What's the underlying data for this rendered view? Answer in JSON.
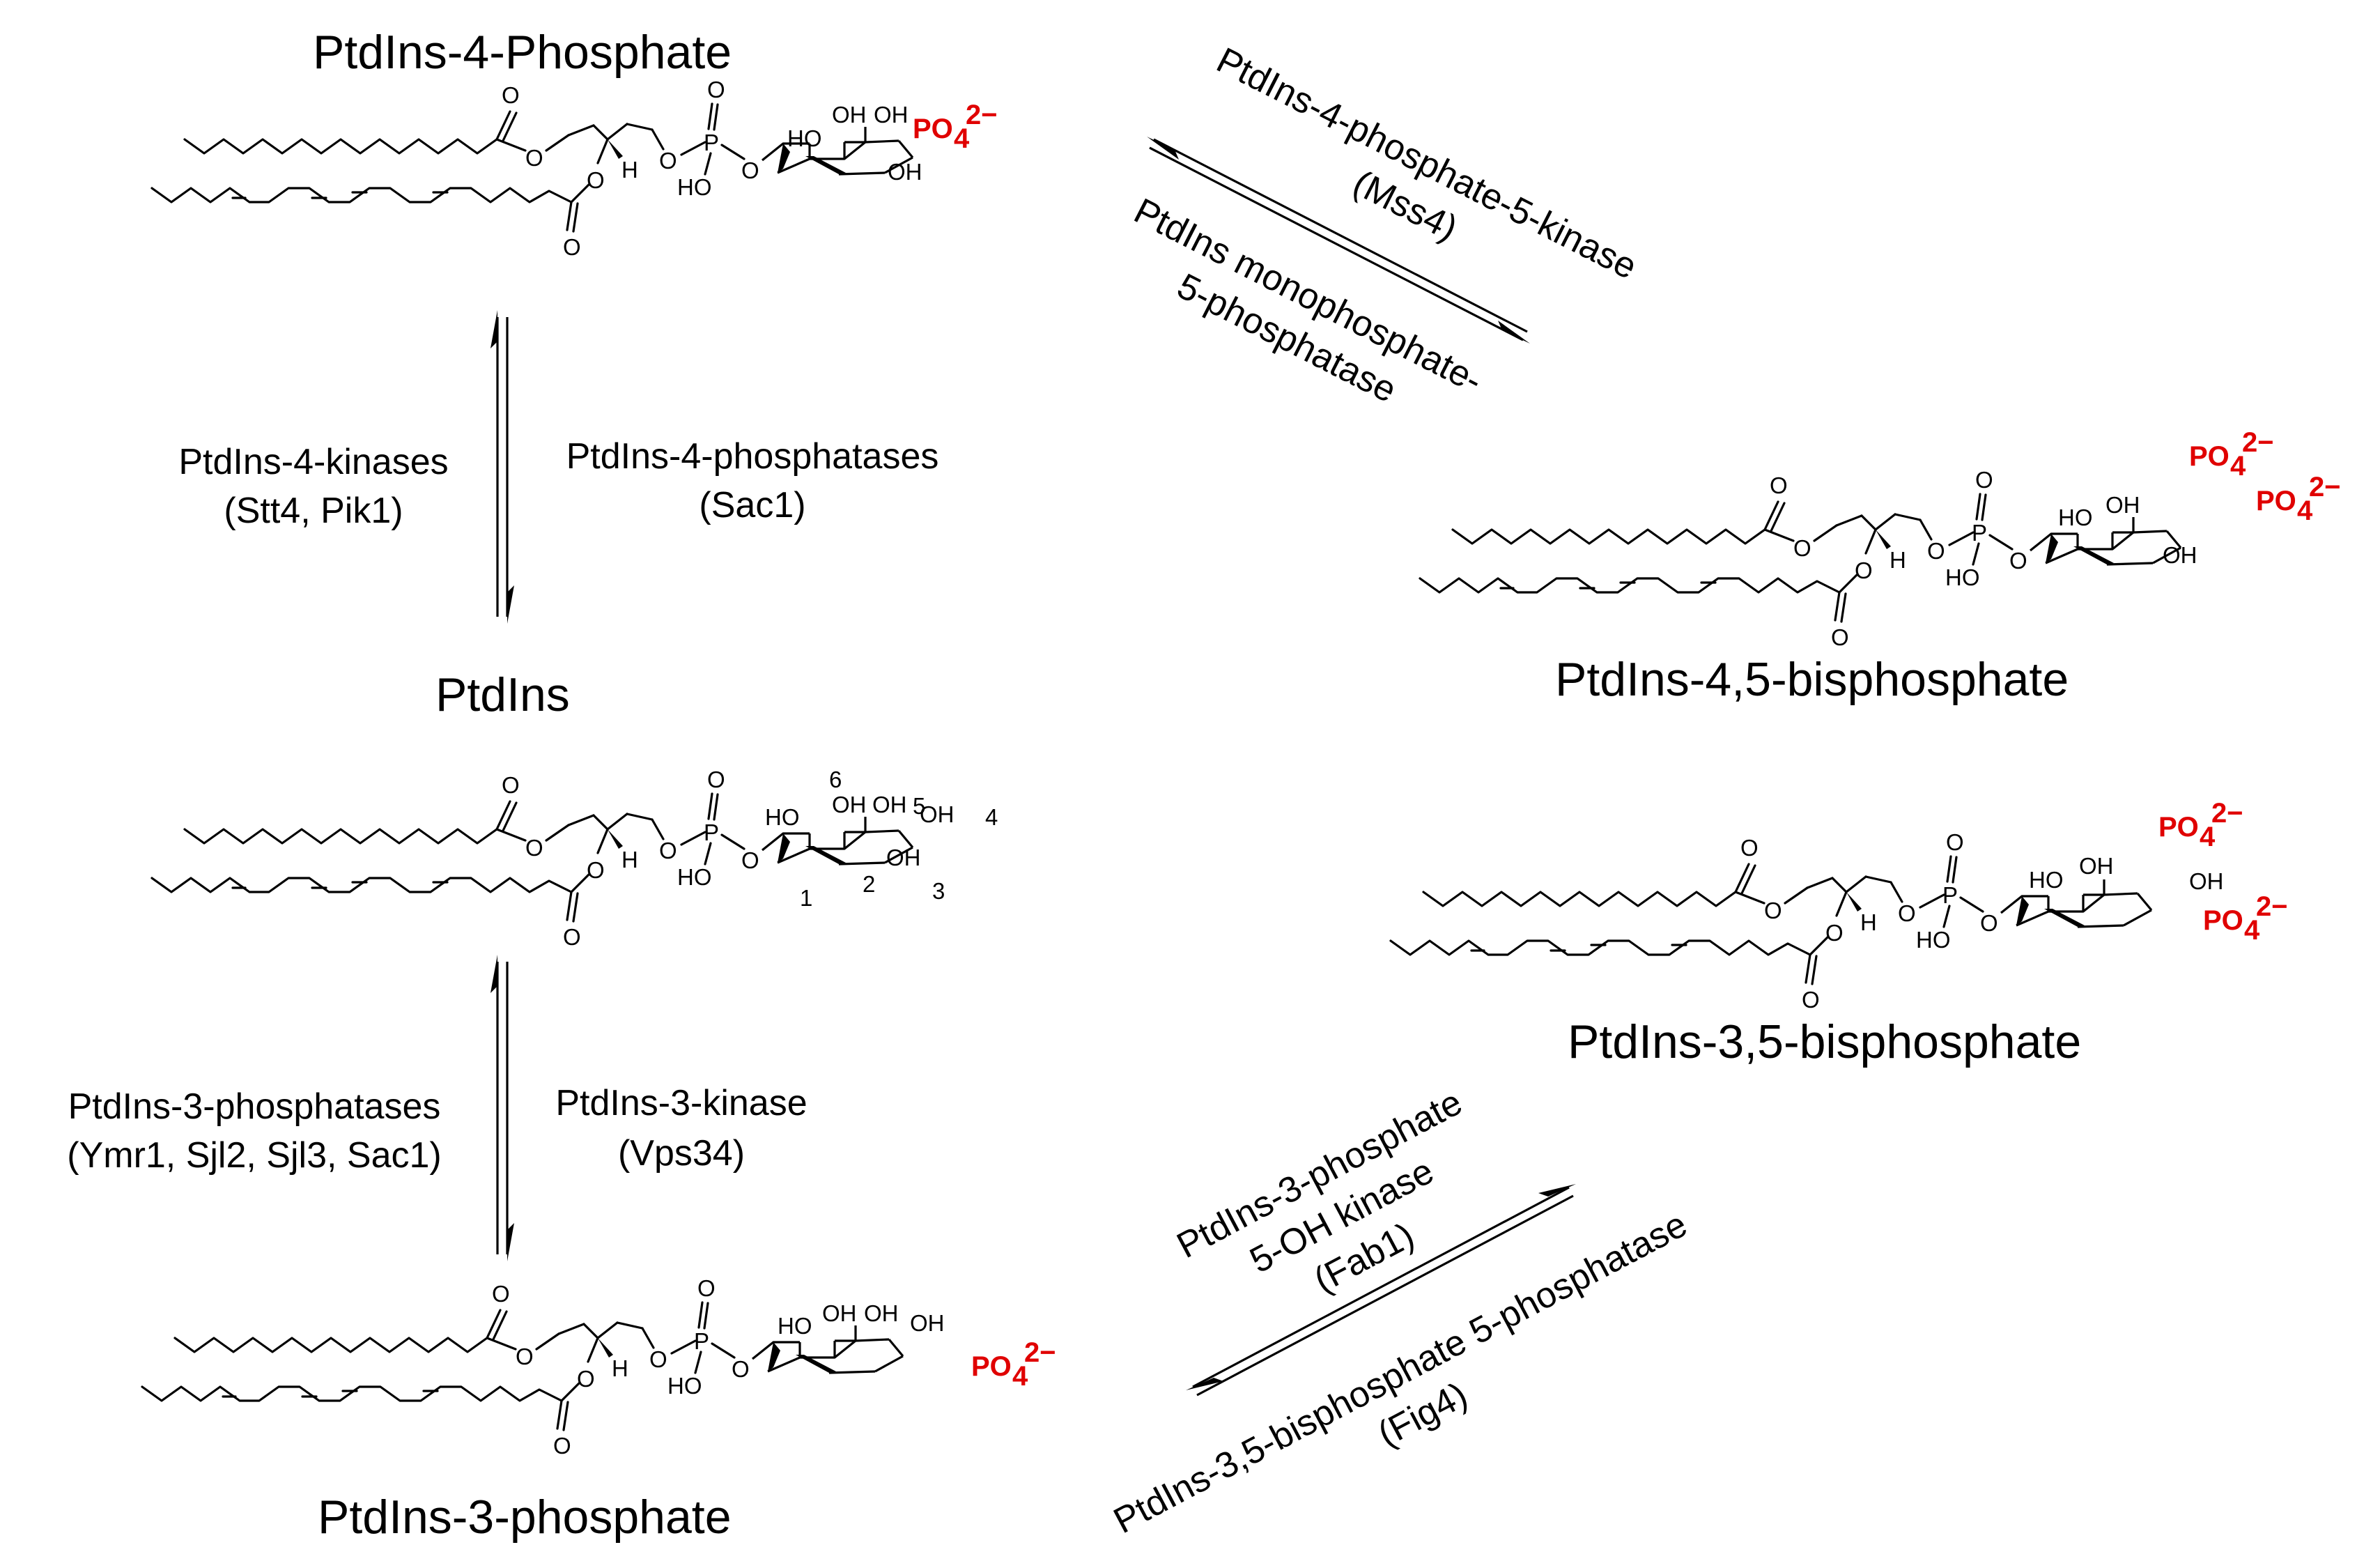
{
  "colors": {
    "phosphate": "#e00000",
    "text": "#000000",
    "background": "#ffffff"
  },
  "compounds": {
    "pi4p": "PtdIns-4-Phosphate",
    "pi": "PtdIns",
    "pi3p": "PtdIns-3-phosphate",
    "pi45p2": "PtdIns-4,5-bisphosphate",
    "pi35p2": "PtdIns-3,5-bisphosphate"
  },
  "enzymes": {
    "pi4k": {
      "line1": "PtdIns-4-kinases",
      "line2": "(Stt4, Pik1)"
    },
    "pi4pase": {
      "line1": "PtdIns-4-phosphatases",
      "line2": "(Sac1)"
    },
    "pi3pase": {
      "line1": "PtdIns-3-phosphatases",
      "line2": "(Ymr1, Sjl2, Sjl3, Sac1)"
    },
    "pi3k": {
      "line1": "PtdIns-3-kinase",
      "line2": "(Vps34)"
    },
    "pip5k": {
      "line1": "PtdIns-4-phosphate-5-kinase",
      "line2": "(Mss4)"
    },
    "pip5pase": {
      "line1": "PtdIns monophosphate-",
      "line2": "5-phosphatase"
    },
    "fab1": {
      "line1": "PtdIns-3-phosphate",
      "line2": "5-OH kinase",
      "line3": "(Fab1)"
    },
    "fig4": {
      "line1": "PtdIns-3,5-bisphosphate 5-phosphatase",
      "line2": "(Fig4)"
    }
  },
  "atoms": {
    "oxygen": "O",
    "phosphorus": "P",
    "hydrogen": "H",
    "hydroxyl": "OH",
    "hydroxyl_left": "HO",
    "phosphate_group": "PO",
    "phosphate_sub": "4",
    "phosphate_charge": "2−"
  },
  "ring_numbering": [
    "1",
    "2",
    "3",
    "4",
    "5",
    "6"
  ]
}
